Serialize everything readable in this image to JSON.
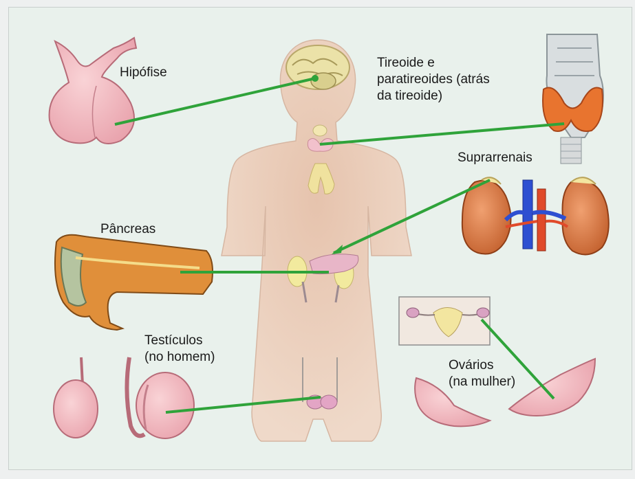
{
  "labels": {
    "hipofise": "Hipófise",
    "tireoide_line1": "Tireoide e",
    "tireoide_line2": "paratireoides (atrás",
    "tireoide_line3": "da tireoide)",
    "suprarrenais": "Suprarrenais",
    "pancreas": "Pâncreas",
    "testiculos_line1": "Testículos",
    "testiculos_line2": "(no homem)",
    "ovarios_line1": "Ovários",
    "ovarios_line2": "(na mulher)"
  },
  "colors": {
    "background": "#e9f1ec",
    "leader_line": "#2fa33a",
    "body_silhouette": "#e8c9b4",
    "gland_pink": "#f2b8c0",
    "thyroid_orange": "#e8742f",
    "kidney": "#d9824a",
    "vein": "#2e4fd1",
    "artery": "#e04a2a",
    "pancreas": "#e08f3a"
  }
}
